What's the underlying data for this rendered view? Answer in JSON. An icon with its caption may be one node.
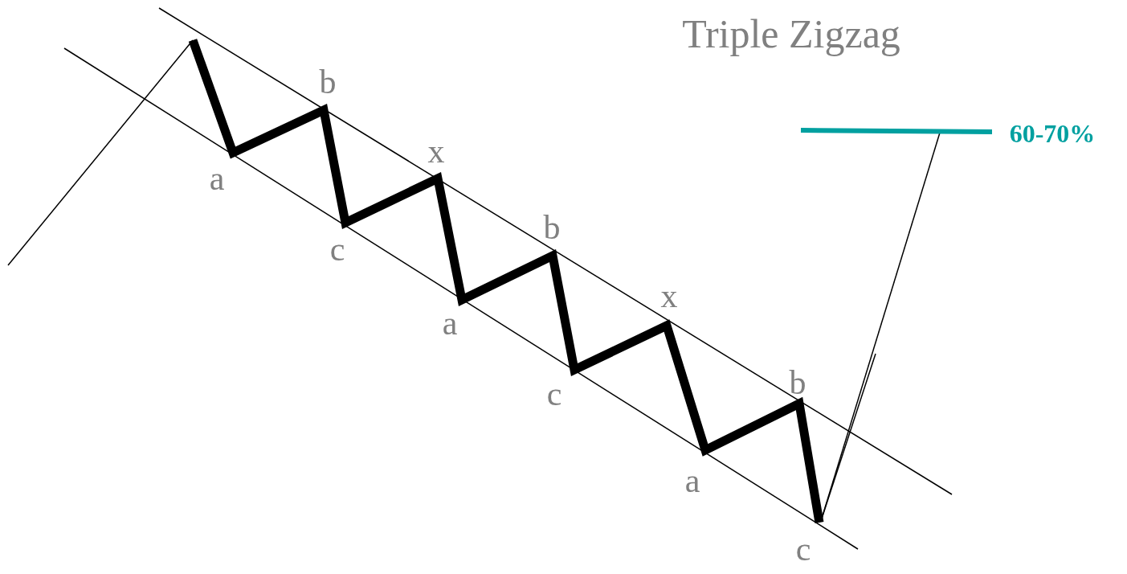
{
  "diagram": {
    "title": "Triple Zigzag",
    "labels": [
      "a",
      "b",
      "c",
      "x",
      "a",
      "b",
      "c",
      "x",
      "a",
      "b",
      "c",
      "60-70%"
    ]
  }
}
